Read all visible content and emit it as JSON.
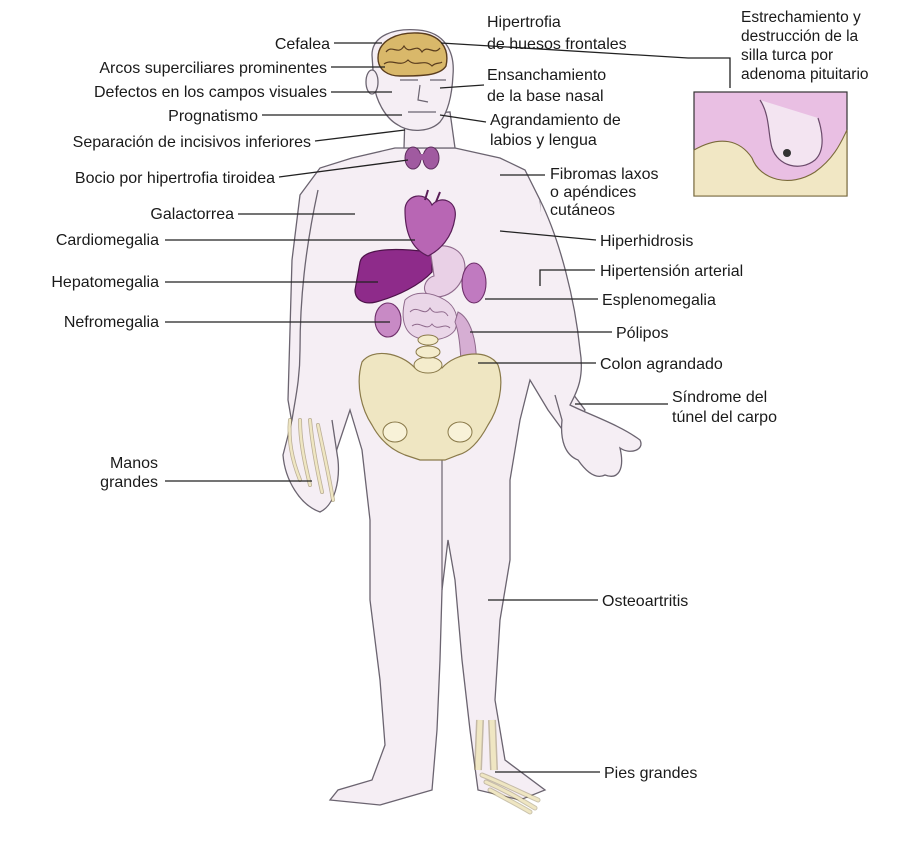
{
  "labels": {
    "cefalea": "Cefalea",
    "arcos": "Arcos superciliares prominentes",
    "defectos": "Defectos en los campos visuales",
    "prognatismo": "Prognatismo",
    "separacion": "Separación de incisivos inferiores",
    "bocio": "Bocio por hipertrofia tiroidea",
    "galactorrea": "Galactorrea",
    "cardiomegalia": "Cardiomegalia",
    "hepatomegalia": "Hepatomegalia",
    "nefromegalia": "Nefromegalia",
    "manos_1": "Manos",
    "manos_2": "grandes",
    "hipertrofia_1": "Hipertrofia",
    "hipertrofia_2": "de huesos frontales",
    "ensanch_1": "Ensanchamiento",
    "ensanch_2": "de la base nasal",
    "agrand_1": "Agrandamiento de",
    "agrand_2": "labios y lengua",
    "fibromas_1": "Fibromas laxos",
    "fibromas_2": "o apéndices",
    "fibromas_3": "cutáneos",
    "hiperhidrosis": "Hiperhidrosis",
    "hipertension": "Hipertensión arterial",
    "esplenomegalia": "Esplenomegalia",
    "polipos": "Pólipos",
    "colon": "Colon agrandado",
    "sindrome_1": "Síndrome del",
    "sindrome_2": "túnel del carpo",
    "osteoartritis": "Osteoartritis",
    "pies": "Pies grandes",
    "estrech_1": "Estrechamiento y",
    "estrech_2": "destrucción de la",
    "estrech_3": "silla turca por",
    "estrech_4": "adenoma pituitario"
  },
  "colors": {
    "organ_dark": "#8e2b8a",
    "organ_mid": "#b866b4",
    "organ_light": "#dcb2d8",
    "bone": "#efe6c2",
    "skin": "#f7eff6",
    "inset_bg": "#e9bfe3"
  }
}
